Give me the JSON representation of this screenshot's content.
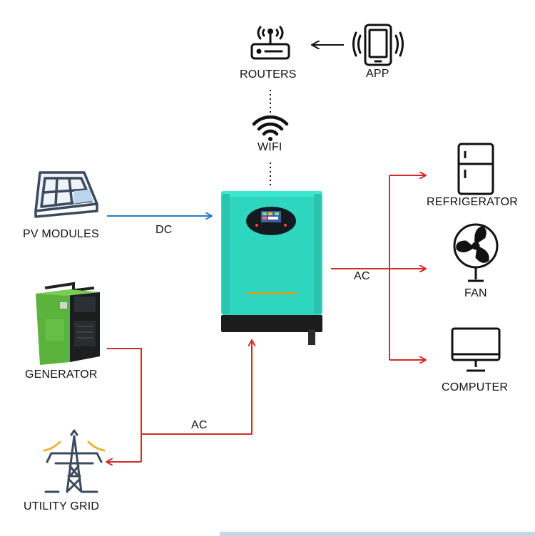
{
  "labels": {
    "routers": "ROUTERS",
    "app": "APP",
    "wifi": "WIFI",
    "pv_modules": "PV MODULES",
    "dc": "DC",
    "generator": "GENERATOR",
    "ac_output": "AC",
    "ac_input": "AC",
    "utility_grid": "UTILITY GRID",
    "refrigerator": "REFRIGERATOR",
    "fan": "FAN",
    "computer": "COMPUTER"
  },
  "icons": {
    "router": "router-icon",
    "app": "smartphone-icon",
    "wifi": "wifi-icon",
    "pv": "solar-panel-icon",
    "generator": "generator-icon",
    "inverter": "inverter-icon",
    "grid": "power-tower-icon",
    "refrigerator": "refrigerator-icon",
    "fan": "fan-icon",
    "computer": "monitor-icon"
  },
  "colors": {
    "dc_line": "#2f78c4",
    "ac_line": "#d42a2a",
    "inverter_body": "#2fd6bf",
    "inverter_base": "#1c1c1c"
  }
}
